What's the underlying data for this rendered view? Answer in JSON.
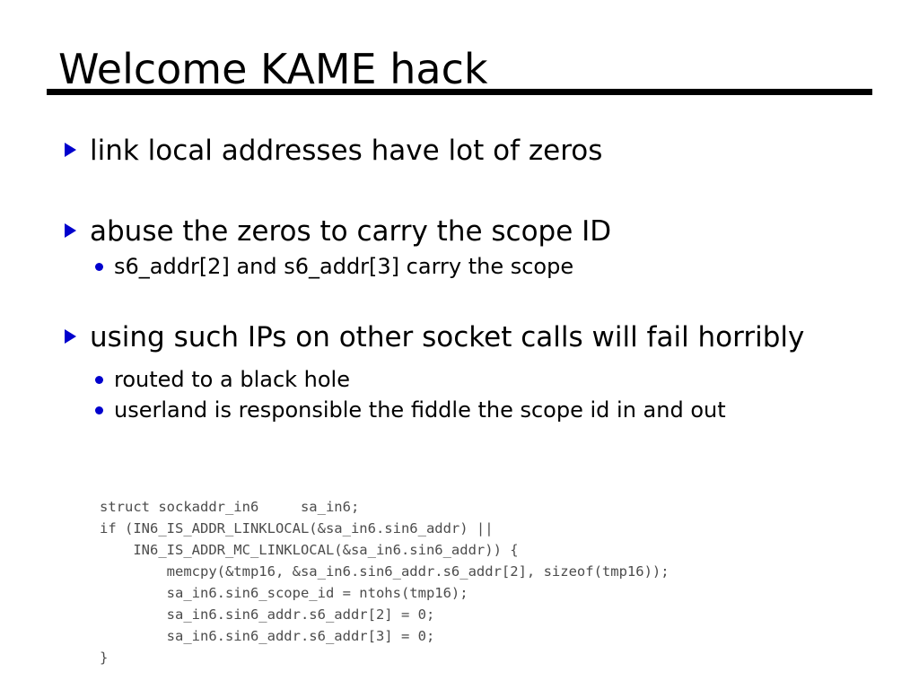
{
  "slide": {
    "title": "Welcome KAME hack",
    "accent_color": "#0000cd",
    "text_color": "#000000",
    "code_color": "#4c4c4c",
    "background_color": "#ffffff"
  },
  "bullets": [
    {
      "level": 1,
      "marker": "triangle-bullet",
      "text": "link local addresses have lot of zeros"
    },
    {
      "level": 1,
      "marker": "triangle-bullet",
      "text": "abuse the zeros to carry the scope ID"
    },
    {
      "level": 2,
      "marker": "dot-bullet",
      "text": "s6_addr[2] and s6_addr[3] carry the scope"
    },
    {
      "level": 1,
      "marker": "triangle-bullet",
      "text": "using such IPs on other socket calls will fail horribly"
    },
    {
      "level": 2,
      "marker": "dot-bullet",
      "text": "routed to a black hole"
    },
    {
      "level": 2,
      "marker": "dot-bullet",
      "text": "userland is responsible the fiddle the scope id in and out"
    }
  ],
  "code": {
    "language": "c",
    "lines": [
      "struct sockaddr_in6     sa_in6;",
      "if (IN6_IS_ADDR_LINKLOCAL(&sa_in6.sin6_addr) ||",
      "    IN6_IS_ADDR_MC_LINKLOCAL(&sa_in6.sin6_addr)) {",
      "        memcpy(&tmp16, &sa_in6.sin6_addr.s6_addr[2], sizeof(tmp16));",
      "        sa_in6.sin6_scope_id = ntohs(tmp16);",
      "        sa_in6.sin6_addr.s6_addr[2] = 0;",
      "        sa_in6.sin6_addr.s6_addr[3] = 0;",
      "}"
    ],
    "text": "struct sockaddr_in6     sa_in6;\nif (IN6_IS_ADDR_LINKLOCAL(&sa_in6.sin6_addr) ||\n    IN6_IS_ADDR_MC_LINKLOCAL(&sa_in6.sin6_addr)) {\n        memcpy(&tmp16, &sa_in6.sin6_addr.s6_addr[2], sizeof(tmp16));\n        sa_in6.sin6_scope_id = ntohs(tmp16);\n        sa_in6.sin6_addr.s6_addr[2] = 0;\n        sa_in6.sin6_addr.s6_addr[3] = 0;\n}"
  }
}
